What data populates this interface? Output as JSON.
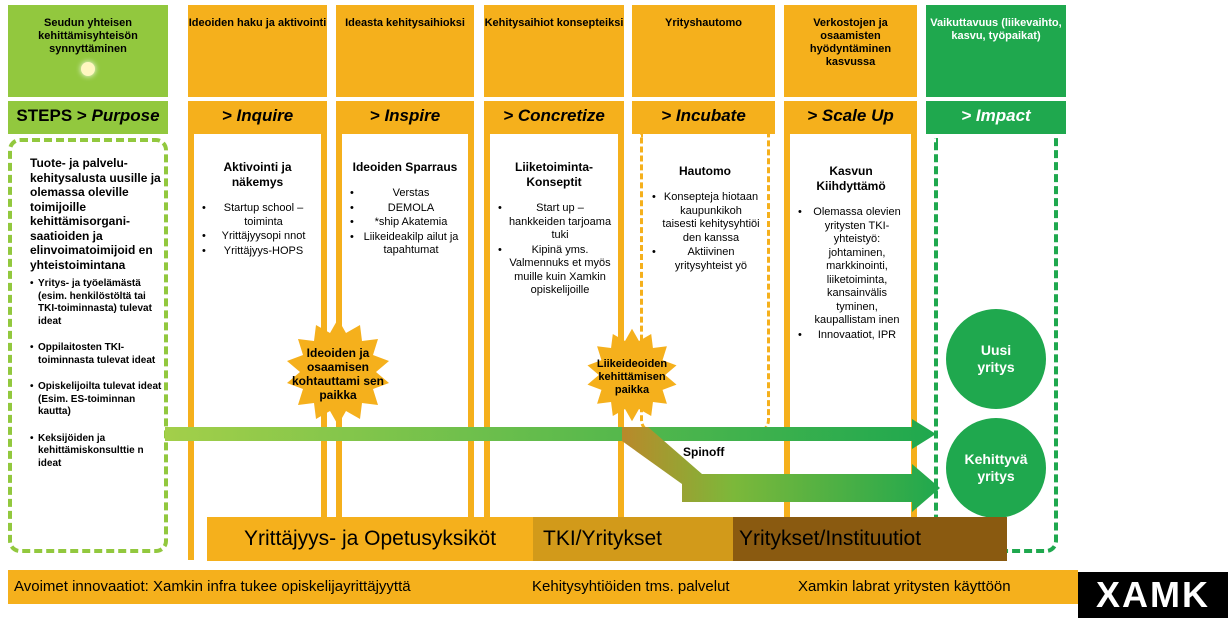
{
  "headers": [
    "Seudun yhteisen kehittämisyhteisön synnyttäminen",
    "Ideoiden haku ja aktivointi",
    "Ideasta kehitysaihioksi",
    "Kehitysaihiot konsepteiksi",
    "Yrityshautomo",
    "Verkostojen ja osaamisten hyödyntäminen kasvussa",
    "Vaikuttavuus (liikevaihto, kasvu, työpaikat)"
  ],
  "labels": {
    "steps": "STEPS > ",
    "purpose": "Purpose",
    "inquire": "> Inquire",
    "inspire": "> Inspire",
    "concretize": "> Concretize",
    "incubate": "> Incubate",
    "scaleup": "> Scale Up",
    "impact": "> Impact"
  },
  "left": {
    "main": "Tuote- ja palvelu-kehitysalusta uusille ja olemassa oleville toimijoille kehittämisorgani-saatioiden ja elinvoimatoimijoid en yhteistoimintana",
    "items": [
      "Yritys- ja työelämästä (esim. henkilöstöltä tai TKI-toiminnasta) tulevat ideat",
      "Oppilaitosten TKI-toiminnasta tulevat ideat",
      "Opiskelijoilta tulevat ideat (Esim. ES-toiminnan kautta)",
      "Keksijöiden ja kehittämiskonsulttie n ideat"
    ]
  },
  "columns": {
    "inquire": {
      "title": "Aktivointi ja näkemys",
      "items": [
        "Startup school – toiminta",
        "Yrittäjyysopi nnot",
        "Yrittäjyys-HOPS"
      ]
    },
    "inspire": {
      "title": "Ideoiden Sparraus",
      "items": [
        "Verstas",
        "DEMOLA",
        "*ship Akatemia",
        "Liikeideakilp ailut ja tapahtumat"
      ]
    },
    "concretize": {
      "title": "Liiketoiminta-Konseptit",
      "items": [
        "Start up – hankkeiden tarjoama tuki",
        "Kipinä yms. Valmennuks et myös muille kuin Xamkin opiskelijoille"
      ]
    },
    "incubate": {
      "title": "Hautomo",
      "items": [
        "Konsepteja hiotaan kaupunkikoh taisesti kehitysyhtiöi den kanssa",
        "Aktiivinen yritysyhteist yö"
      ]
    },
    "scaleup": {
      "title": "Kasvun Kiihdyttämö",
      "items": [
        "Olemassa olevien yritysten TKI-yhteistyö: johtaminen, markkinointi, liiketoiminta, kansainvälis tyminen, kaupallistam inen",
        "Innovaatiot, IPR"
      ]
    }
  },
  "badges": {
    "b1": "Ideoiden ja osaamisen kohtauttami sen paikka",
    "b2": "Liikeideoiden kehittämisen paikka"
  },
  "spinoff": "Spinoff",
  "circles": {
    "uusi": "Uusi yritys",
    "kehittyva": "Kehittyvä yritys"
  },
  "bands": {
    "b1": "Yrittäjyys- ja Opetusyksiköt",
    "b2": "TKI/Yritykset",
    "b3": "Yritykset/Instituutiot"
  },
  "bottom": {
    "t1": "Avoimet innovaatiot: Xamkin infra tukee opiskelijayrittäjyyttä",
    "t2": "Kehitysyhtiöiden tms. palvelut",
    "t3": "Xamkin labrat yritysten käyttöön"
  },
  "logo": "XAMK",
  "colors": {
    "orange": "#f5b01c",
    "light_green": "#92c83e",
    "dark_green": "#1fa84e",
    "brown": "#8a5a10"
  }
}
